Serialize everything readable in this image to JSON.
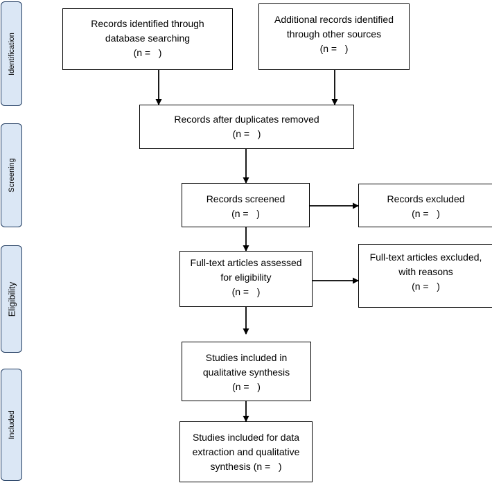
{
  "stages": {
    "identification": "Identification",
    "screening": "Screening",
    "eligibility": "Eligibility",
    "included": "Included"
  },
  "boxes": {
    "database_search": {
      "line1": "Records identified through",
      "line2": "database searching",
      "count": "(n =   )"
    },
    "other_sources": {
      "line1": "Additional records identified",
      "line2": "through other sources",
      "count": "(n =   )"
    },
    "duplicates_removed": {
      "line1": "Records after duplicates removed",
      "count": "(n =   )"
    },
    "screened": {
      "line1": "Records screened",
      "count": "(n =   )"
    },
    "excluded": {
      "line1": "Records excluded",
      "count": "(n =   )"
    },
    "fulltext_assessed": {
      "line1": "Full-text articles assessed",
      "line2": "for eligibility",
      "count": "(n =   )"
    },
    "fulltext_excluded": {
      "line1": "Full-text articles excluded,",
      "line2": "with reasons",
      "count": "(n =   )"
    },
    "qualitative": {
      "line1": "Studies included in",
      "line2": "qualitative synthesis",
      "count": "(n =   )"
    },
    "data_extraction": {
      "line1": "Studies included for data",
      "line2": "extraction and qualitative",
      "line3": "synthesis (n =   )"
    }
  },
  "colors": {
    "stage_fill": "#dbe7f5",
    "stage_border": "#1f3a5f",
    "box_border": "#000000",
    "arrow": "#000000"
  }
}
